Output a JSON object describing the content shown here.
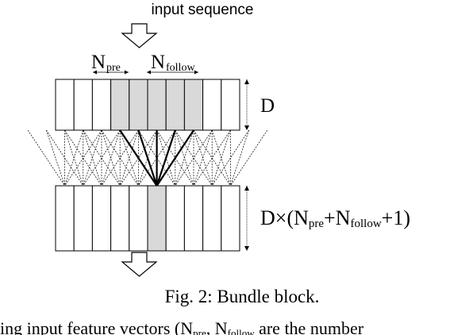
{
  "figure": {
    "input_label": "input sequence",
    "n_pre_main": "N",
    "n_pre_sub": "pre",
    "n_follow_main": "N",
    "n_follow_sub": "follow",
    "top_dim": {
      "label": "D"
    },
    "bottom_dim": {
      "prefix": "D×(N",
      "sub1": "pre",
      "mid": "+N",
      "sub2": "follow",
      "suffix": "+1)"
    },
    "caption": "Fig. 2:  Bundle block.",
    "body_text_fragment": "ing input feature vectors (N",
    "body_text_sub": "pre",
    "body_text_rest": ", N",
    "body_text_sub2": "follow",
    "body_text_end": " are the number",
    "top_row_cells": 10,
    "bottom_row_cells": 10,
    "top_highlight_cells": [
      3,
      4,
      5,
      6,
      7
    ],
    "bottom_highlight_cells": [
      5
    ],
    "colors": {
      "stroke": "#000000",
      "highlight": "#d9d9d9",
      "background": "#ffffff"
    }
  }
}
